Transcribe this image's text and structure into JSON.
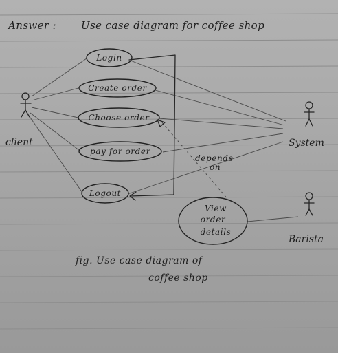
{
  "title": {
    "prefix": "Answer :",
    "text": "Use case diagram for coffee shop"
  },
  "actors": {
    "client": "client",
    "system": "System",
    "barista": "Barista"
  },
  "use_cases": {
    "login": "Login",
    "create_order": "Create order",
    "choose_order": "Choose order",
    "pay_for_order": "pay for order",
    "logout": "Logout",
    "view_order_details": [
      "View",
      "order",
      "details"
    ]
  },
  "relationship_label": [
    "depends",
    "on"
  ],
  "caption": {
    "line1": "fig.  Use case diagram of",
    "line2": "coffee shop"
  }
}
